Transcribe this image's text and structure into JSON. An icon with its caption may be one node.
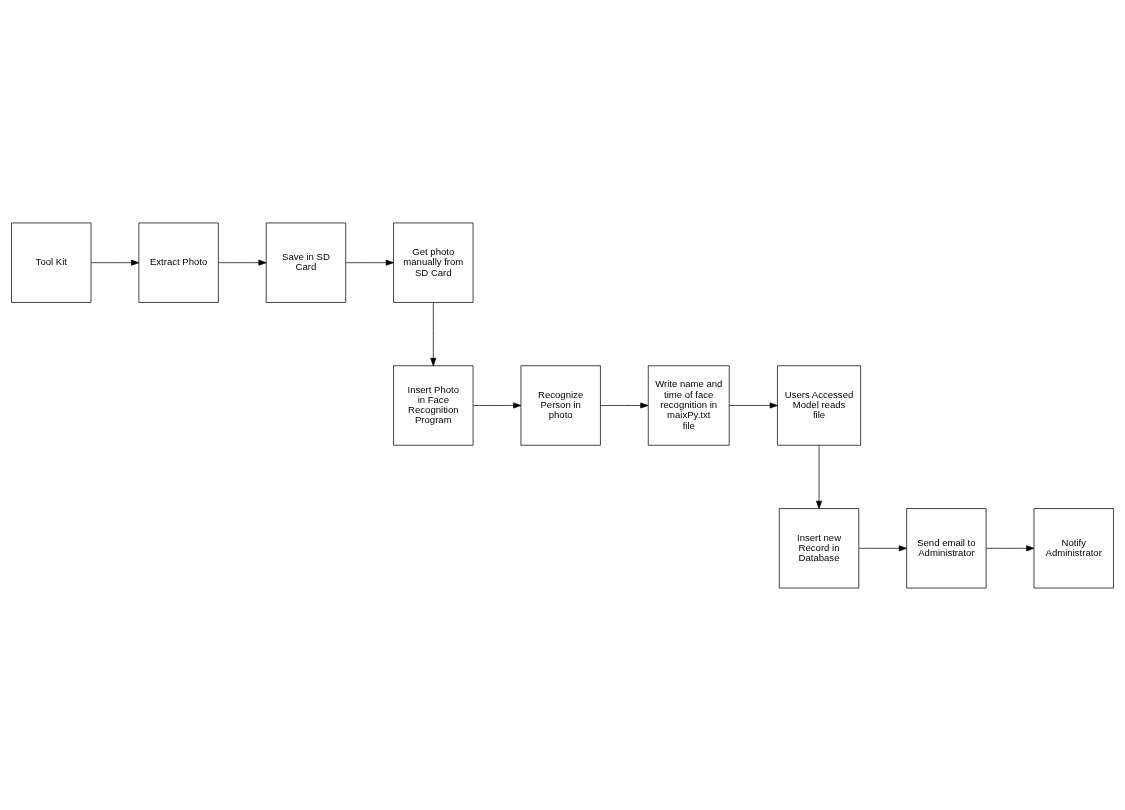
{
  "diagram": {
    "nodes": [
      {
        "text": [
          "Tool Kit"
        ]
      },
      {
        "text": [
          "Extract Photo"
        ]
      },
      {
        "text": [
          "Save in SD Card"
        ]
      },
      {
        "text": [
          "Get photo manually from SD Card"
        ]
      },
      {
        "text": [
          "Insert Photo in Face Recognition Program"
        ]
      },
      {
        "text": [
          "Recognize Person in photo"
        ]
      },
      {
        "text": [
          "Write name and time of face recognition in maixPy.txt file"
        ]
      },
      {
        "text": [
          "Users Accessed Model reads file"
        ]
      },
      {
        "text": [
          "Insert new Record in Database"
        ]
      },
      {
        "text": [
          "Send email to Administrator"
        ]
      },
      {
        "text": [
          "Notify Administrator"
        ]
      }
    ],
    "edges": [
      {
        "from": 0,
        "to": 1,
        "arrow": "to"
      },
      {
        "from": 1,
        "to": 2,
        "arrow": "to"
      },
      {
        "from": 2,
        "to": 3,
        "arrow": "to"
      },
      {
        "from": 3,
        "to": 4,
        "arrow": "to"
      },
      {
        "from": 4,
        "to": 5,
        "arrow": "to"
      },
      {
        "from": 5,
        "to": 6,
        "arrow": "to"
      },
      {
        "from": 6,
        "to": 7,
        "arrow": "to"
      },
      {
        "from": 7,
        "to": 8,
        "arrow": "to"
      },
      {
        "from": 8,
        "to": 9,
        "arrow": "to"
      },
      {
        "from": 9,
        "to": 10,
        "arrow": "to"
      }
    ]
  }
}
